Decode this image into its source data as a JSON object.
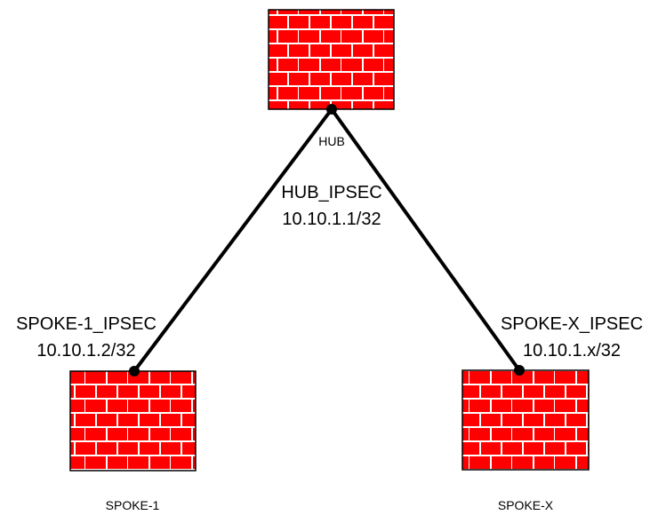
{
  "nodes": {
    "hub": {
      "name": "HUB",
      "interface_name": "HUB_IPSEC",
      "interface_ip": "10.10.1.1/32"
    },
    "spoke1": {
      "name": "SPOKE-1",
      "interface_name": "SPOKE-1_IPSEC",
      "interface_ip": "10.10.1.2/32"
    },
    "spokex": {
      "name": "SPOKE-X",
      "interface_name": "SPOKE-X_IPSEC",
      "interface_ip": "10.10.1.x/32"
    }
  },
  "colors": {
    "firewall_fill": "#ff0000",
    "mortar": "#ffffff",
    "outline": "#000000",
    "link": "#000000"
  },
  "icons": {
    "device": "firewall-icon",
    "endpoint": "connection-dot-icon"
  }
}
